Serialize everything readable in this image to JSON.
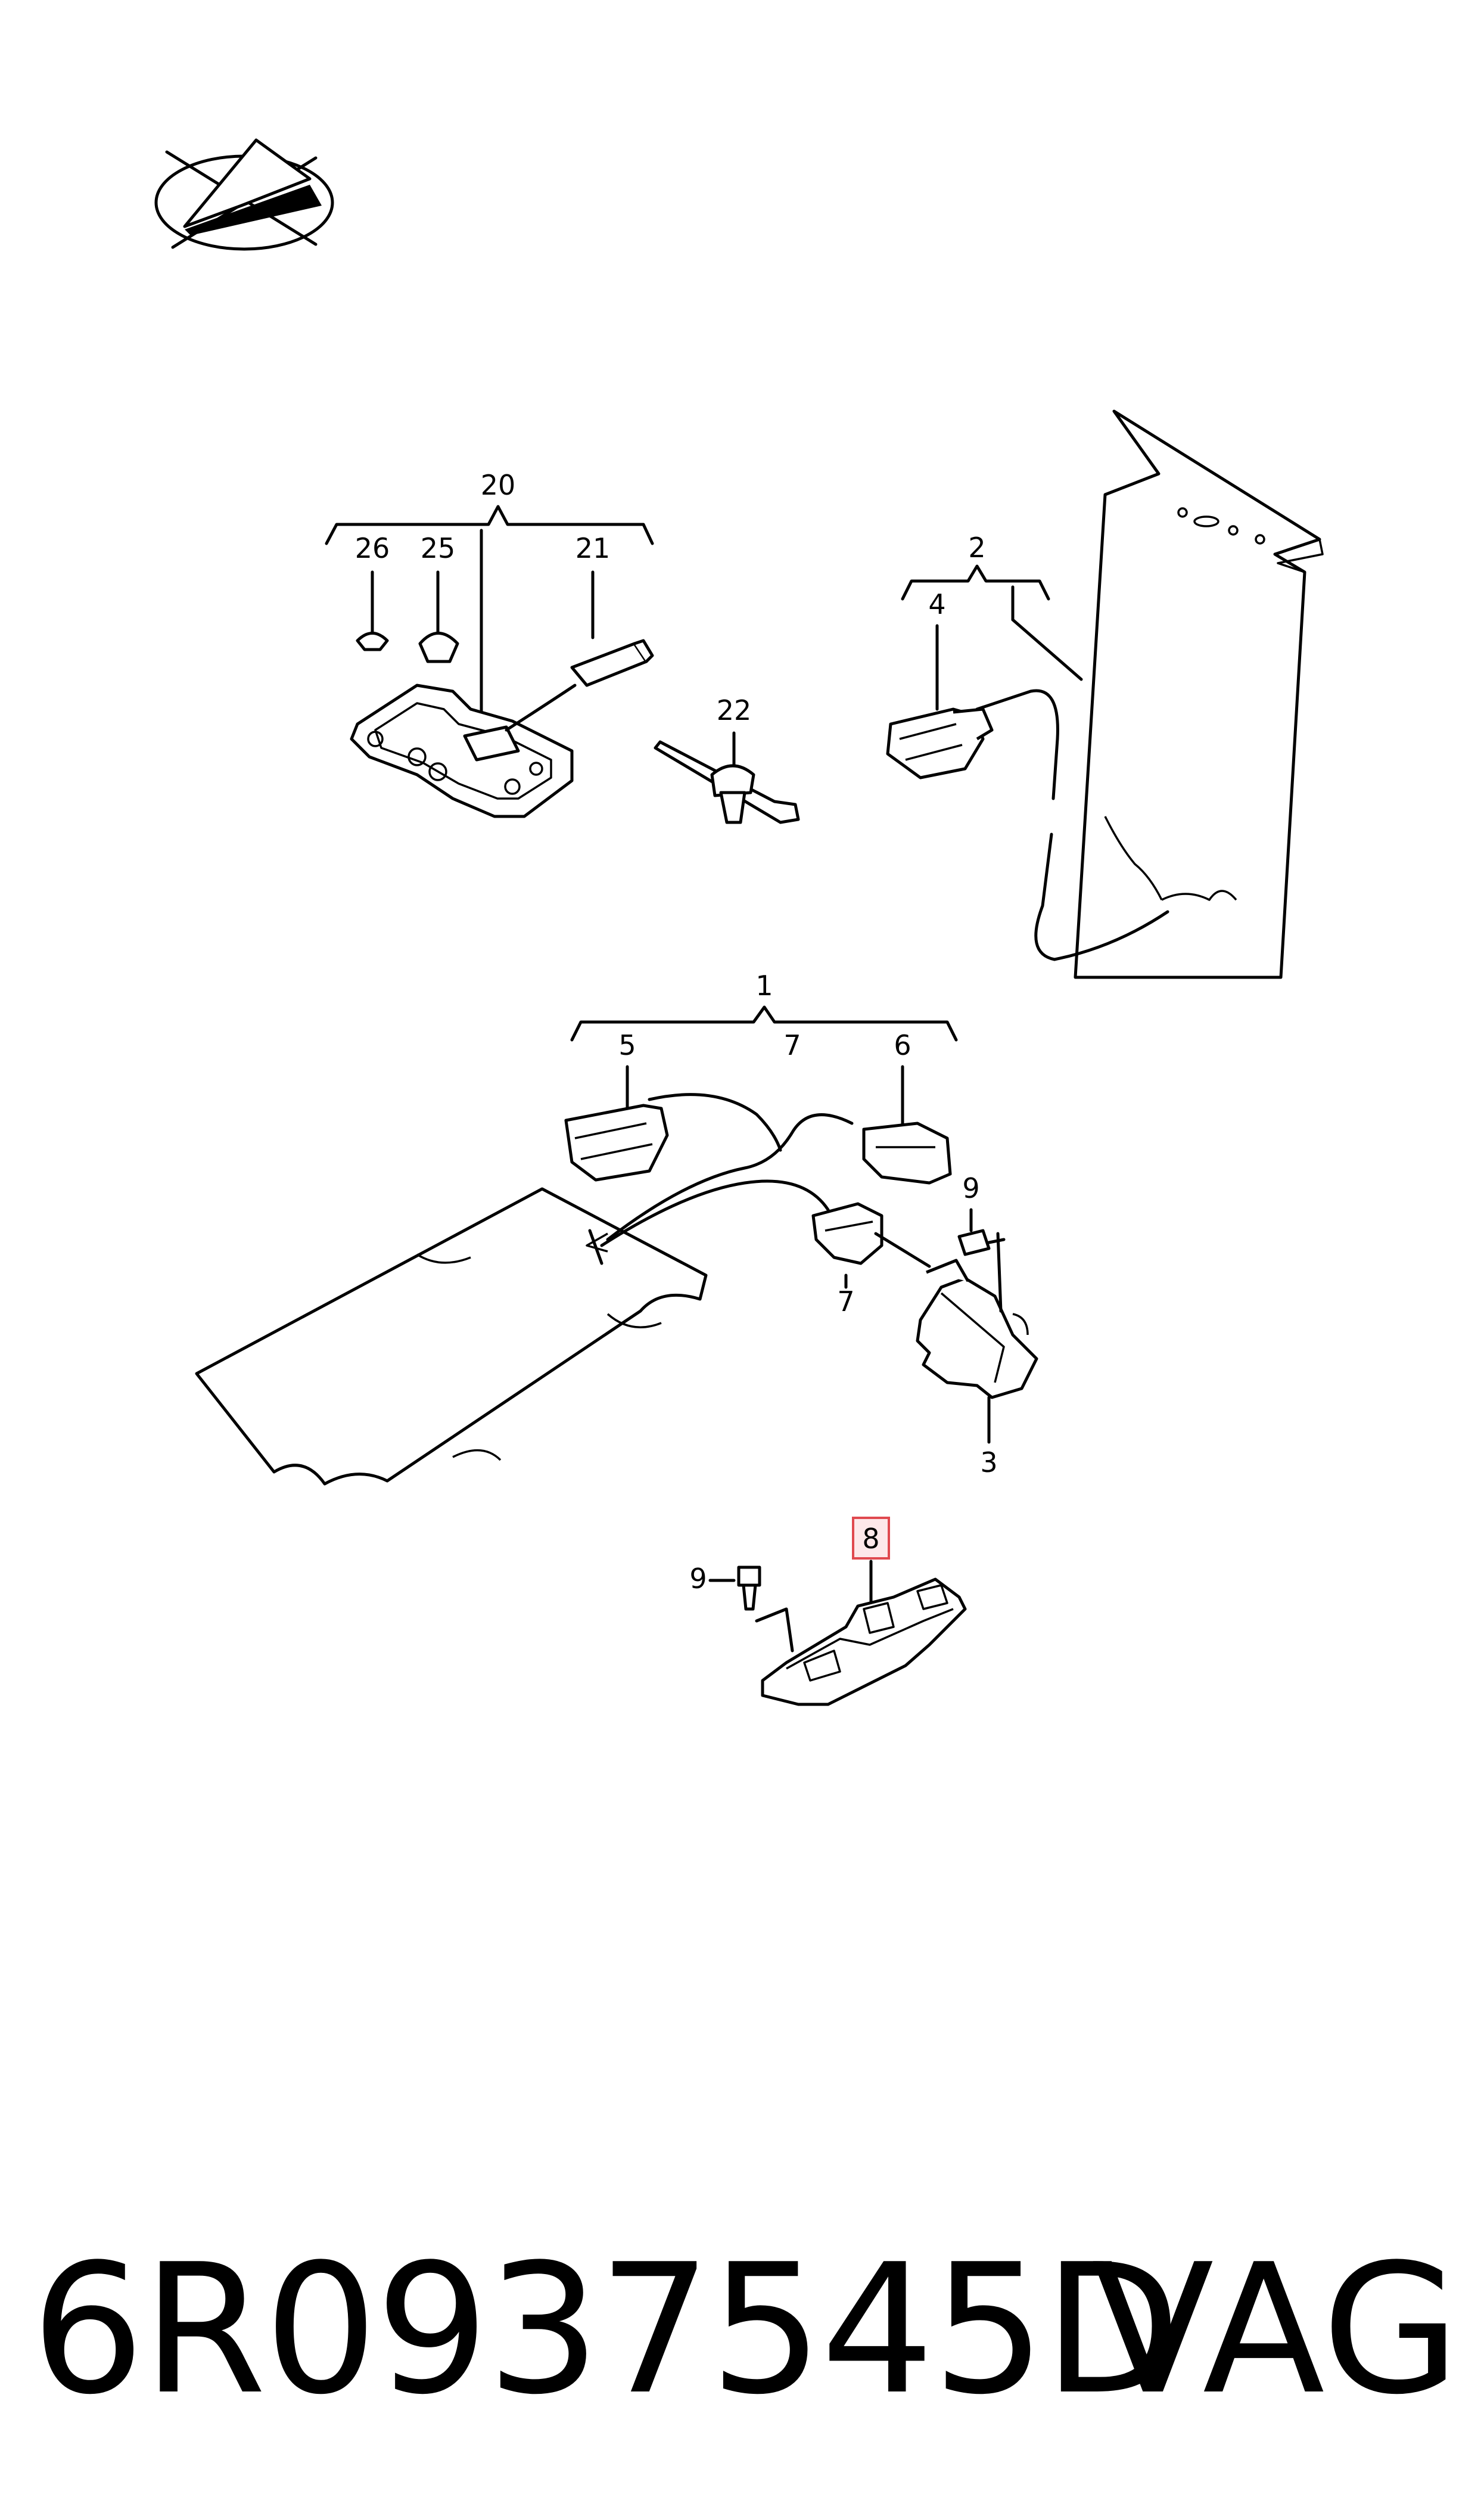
{
  "callouts": {
    "c1": "1",
    "c2": "2",
    "c3": "3",
    "c4": "4",
    "c5": "5",
    "c6": "6",
    "c7a": "7",
    "c7b": "7",
    "c8": "8",
    "c9a": "9",
    "c9b": "9",
    "c20": "20",
    "c21": "21",
    "c22": "22",
    "c25": "25",
    "c26": "26"
  },
  "highlight_color": "#e0494f",
  "footer": {
    "part_number": "6R0937545D",
    "brand": "VAG"
  }
}
